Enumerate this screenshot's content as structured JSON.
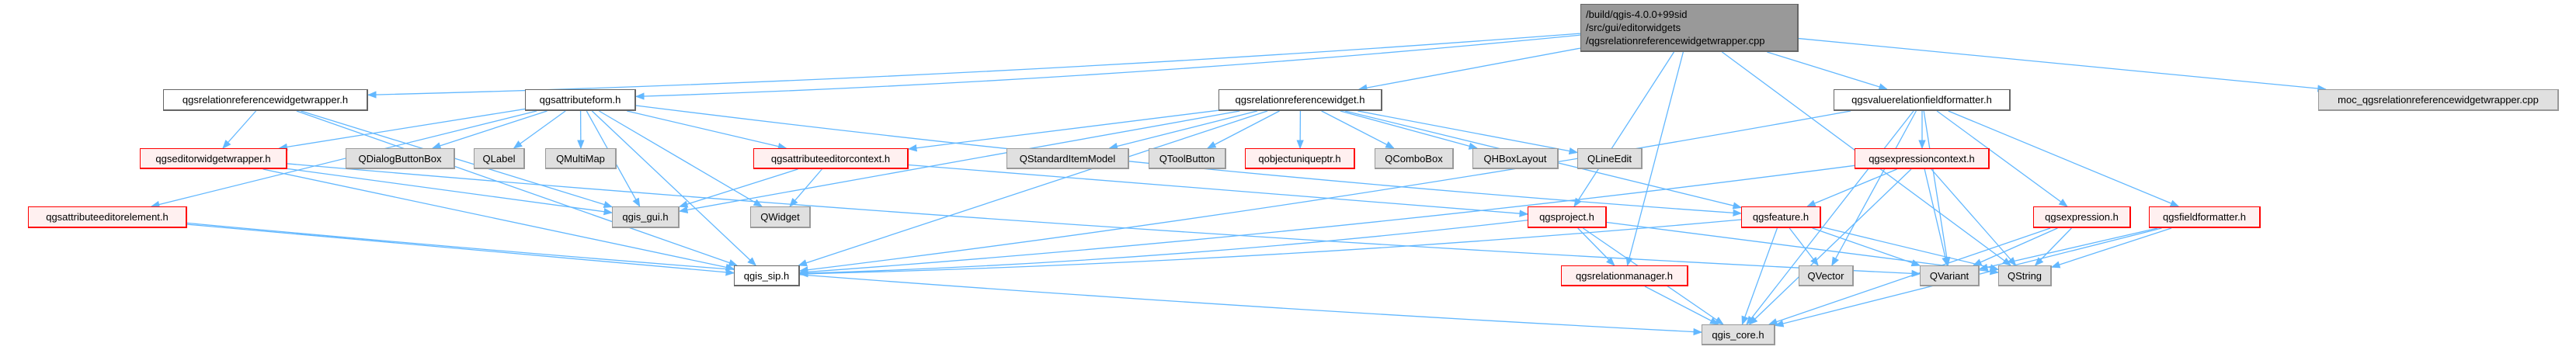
{
  "colors": {
    "edge": "#63b8ff",
    "main_fill": "#999999",
    "red_border": "#ff0000",
    "gray_fill": "#e0e0e0"
  },
  "nodes": [
    {
      "id": "main",
      "style": "main",
      "lines": [
        "/build/qgis-4.0.0+99sid",
        "/src/gui/editorwidgets",
        "/qgsrelationreferencewidgetwrapper.cpp"
      ]
    },
    {
      "id": "relrefwrapper",
      "style": "white",
      "label": "qgsrelationreferencewidgetwrapper.h"
    },
    {
      "id": "attributeform",
      "style": "white",
      "label": "qgsattributeform.h"
    },
    {
      "id": "relrefwidget",
      "style": "white",
      "label": "qgsrelationreferencewidget.h"
    },
    {
      "id": "valuerel",
      "style": "white",
      "label": "qgsvaluerelationfieldformatter.h"
    },
    {
      "id": "moc",
      "style": "gray",
      "label": "moc_qgsrelationreferencewidgetwrapper.cpp"
    },
    {
      "id": "editorwrapper",
      "style": "red",
      "label": "qgseditorwidgetwrapper.h"
    },
    {
      "id": "qdialogbuttonbox",
      "style": "gray",
      "label": "QDialogButtonBox"
    },
    {
      "id": "qlabel",
      "style": "gray",
      "label": "QLabel"
    },
    {
      "id": "qmultimap",
      "style": "gray",
      "label": "QMultiMap"
    },
    {
      "id": "attreditorcontext",
      "style": "red",
      "label": "qgsattributeeditorcontext.h"
    },
    {
      "id": "qstandarditemmodel",
      "style": "gray",
      "label": "QStandardItemModel"
    },
    {
      "id": "qtoolbutton",
      "style": "gray",
      "label": "QToolButton"
    },
    {
      "id": "qobjectuniqueptr",
      "style": "red",
      "label": "qobjectuniqueptr.h"
    },
    {
      "id": "qcombobox",
      "style": "gray",
      "label": "QComboBox"
    },
    {
      "id": "qhboxlayout",
      "style": "gray",
      "label": "QHBoxLayout"
    },
    {
      "id": "qlineedit",
      "style": "gray",
      "label": "QLineEdit"
    },
    {
      "id": "exprcontext",
      "style": "red",
      "label": "qgsexpressioncontext.h"
    },
    {
      "id": "attreditorelement",
      "style": "red",
      "label": "qgsattributeeditorelement.h"
    },
    {
      "id": "qgis_gui",
      "style": "gray",
      "label": "qgis_gui.h"
    },
    {
      "id": "qwidget",
      "style": "gray",
      "label": "QWidget"
    },
    {
      "id": "qgsproject",
      "style": "red",
      "label": "qgsproject.h"
    },
    {
      "id": "qgsfeature",
      "style": "red",
      "label": "qgsfeature.h"
    },
    {
      "id": "qgsexpression",
      "style": "red",
      "label": "qgsexpression.h"
    },
    {
      "id": "fieldformatter",
      "style": "red",
      "label": "qgsfieldformatter.h"
    },
    {
      "id": "qgis_sip",
      "style": "white",
      "label": "qgis_sip.h"
    },
    {
      "id": "relmanager",
      "style": "red",
      "label": "qgsrelationmanager.h"
    },
    {
      "id": "qvector",
      "style": "gray",
      "label": "QVector"
    },
    {
      "id": "qvariant",
      "style": "gray",
      "label": "QVariant"
    },
    {
      "id": "qstring",
      "style": "gray",
      "label": "QString"
    },
    {
      "id": "qgis_core",
      "style": "gray",
      "label": "qgis_core.h"
    }
  ],
  "edges": [
    [
      "main",
      "relrefwrapper"
    ],
    [
      "main",
      "attributeform"
    ],
    [
      "main",
      "relrefwidget"
    ],
    [
      "main",
      "valuerel"
    ],
    [
      "main",
      "moc"
    ],
    [
      "main",
      "qgsproject"
    ],
    [
      "main",
      "relmanager"
    ],
    [
      "main",
      "qstring"
    ],
    [
      "relrefwrapper",
      "editorwrapper"
    ],
    [
      "relrefwrapper",
      "qgis_gui"
    ],
    [
      "relrefwrapper",
      "qgis_sip"
    ],
    [
      "attributeform",
      "editorwrapper"
    ],
    [
      "attributeform",
      "qdialogbuttonbox"
    ],
    [
      "attributeform",
      "qlabel"
    ],
    [
      "attributeform",
      "qmultimap"
    ],
    [
      "attributeform",
      "qgis_gui"
    ],
    [
      "attributeform",
      "qwidget"
    ],
    [
      "attributeform",
      "attreditorcontext"
    ],
    [
      "attributeform",
      "attreditorelement"
    ],
    [
      "attributeform",
      "qgis_sip"
    ],
    [
      "attributeform",
      "qgsfeature"
    ],
    [
      "editorwrapper",
      "qgis_gui"
    ],
    [
      "editorwrapper",
      "qgis_sip"
    ],
    [
      "editorwrapper",
      "qvariant"
    ],
    [
      "attreditorelement",
      "qgis_sip"
    ],
    [
      "attreditorelement",
      "qgis_core"
    ],
    [
      "attreditorcontext",
      "qgis_gui"
    ],
    [
      "attreditorcontext",
      "qwidget"
    ],
    [
      "attreditorcontext",
      "qgsproject"
    ],
    [
      "relrefwidget",
      "attreditorcontext"
    ],
    [
      "relrefwidget",
      "qstandarditemmodel"
    ],
    [
      "relrefwidget",
      "qtoolbutton"
    ],
    [
      "relrefwidget",
      "qobjectuniqueptr"
    ],
    [
      "relrefwidget",
      "qcombobox"
    ],
    [
      "relrefwidget",
      "qhboxlayout"
    ],
    [
      "relrefwidget",
      "qlineedit"
    ],
    [
      "relrefwidget",
      "qgis_gui"
    ],
    [
      "relrefwidget",
      "qgis_sip"
    ],
    [
      "relrefwidget",
      "qgsfeature"
    ],
    [
      "qgsproject",
      "relmanager"
    ],
    [
      "qgsproject",
      "qgis_core"
    ],
    [
      "qgsproject",
      "qgis_sip"
    ],
    [
      "qgsproject",
      "qstring"
    ],
    [
      "relmanager",
      "qgis_core"
    ],
    [
      "valuerel",
      "exprcontext"
    ],
    [
      "valuerel",
      "qgis_core"
    ],
    [
      "valuerel",
      "qvector"
    ],
    [
      "valuerel",
      "qvariant"
    ],
    [
      "valuerel",
      "qgsexpression"
    ],
    [
      "valuerel",
      "fieldformatter"
    ],
    [
      "valuerel",
      "qgis_sip"
    ],
    [
      "exprcontext",
      "qgsfeature"
    ],
    [
      "exprcontext",
      "qgis_core"
    ],
    [
      "exprcontext",
      "qvariant"
    ],
    [
      "exprcontext",
      "qstring"
    ],
    [
      "exprcontext",
      "qgis_sip"
    ],
    [
      "qgsfeature",
      "qvector"
    ],
    [
      "qgsfeature",
      "qvariant"
    ],
    [
      "qgsfeature",
      "qstring"
    ],
    [
      "qgsfeature",
      "qgis_core"
    ],
    [
      "qgsfeature",
      "qgis_sip"
    ],
    [
      "qgsexpression",
      "qvariant"
    ],
    [
      "qgsexpression",
      "qstring"
    ],
    [
      "qgsexpression",
      "qgis_core"
    ],
    [
      "fieldformatter",
      "qvariant"
    ],
    [
      "fieldformatter",
      "qstring"
    ],
    [
      "fieldformatter",
      "qgis_core"
    ]
  ]
}
